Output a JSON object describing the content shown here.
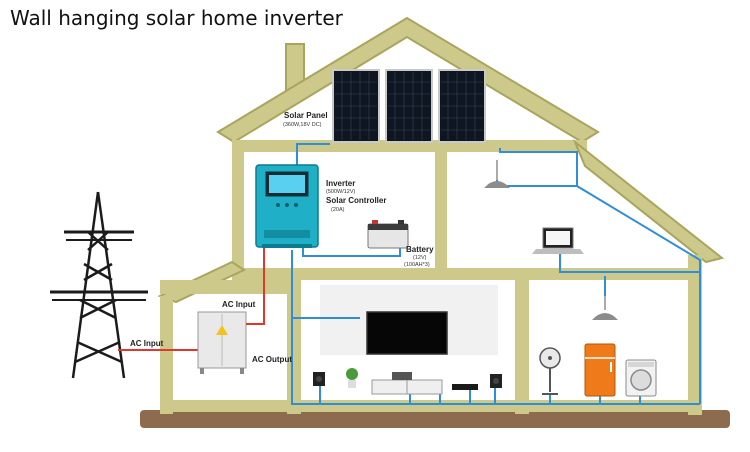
{
  "title": "Wall hanging solar home inverter",
  "labels": {
    "solar_panel": {
      "name": "Solar Panel",
      "spec": "(360W,18V DC)"
    },
    "inverter": {
      "name": "Inverter",
      "spec": "(500W/12V)"
    },
    "solar_controller": {
      "name": "Solar Controller",
      "spec": "(20A)"
    },
    "battery": {
      "name": "Battery",
      "spec_1": "(12V)",
      "spec_2": "(100AH*3)"
    },
    "ac_input_top": "AC Input",
    "ac_input_left": "AC Input",
    "ac_output": "AC Output"
  },
  "colors": {
    "house_wall": "#cdc98a",
    "house_outline": "#a9a55e",
    "ground": "#8d6b4f",
    "dc_wire": "#2f8fd6",
    "ac_wire": "#e0382c",
    "inverter_body": "#1fb0c8",
    "solar_cell": "#0d1621"
  }
}
